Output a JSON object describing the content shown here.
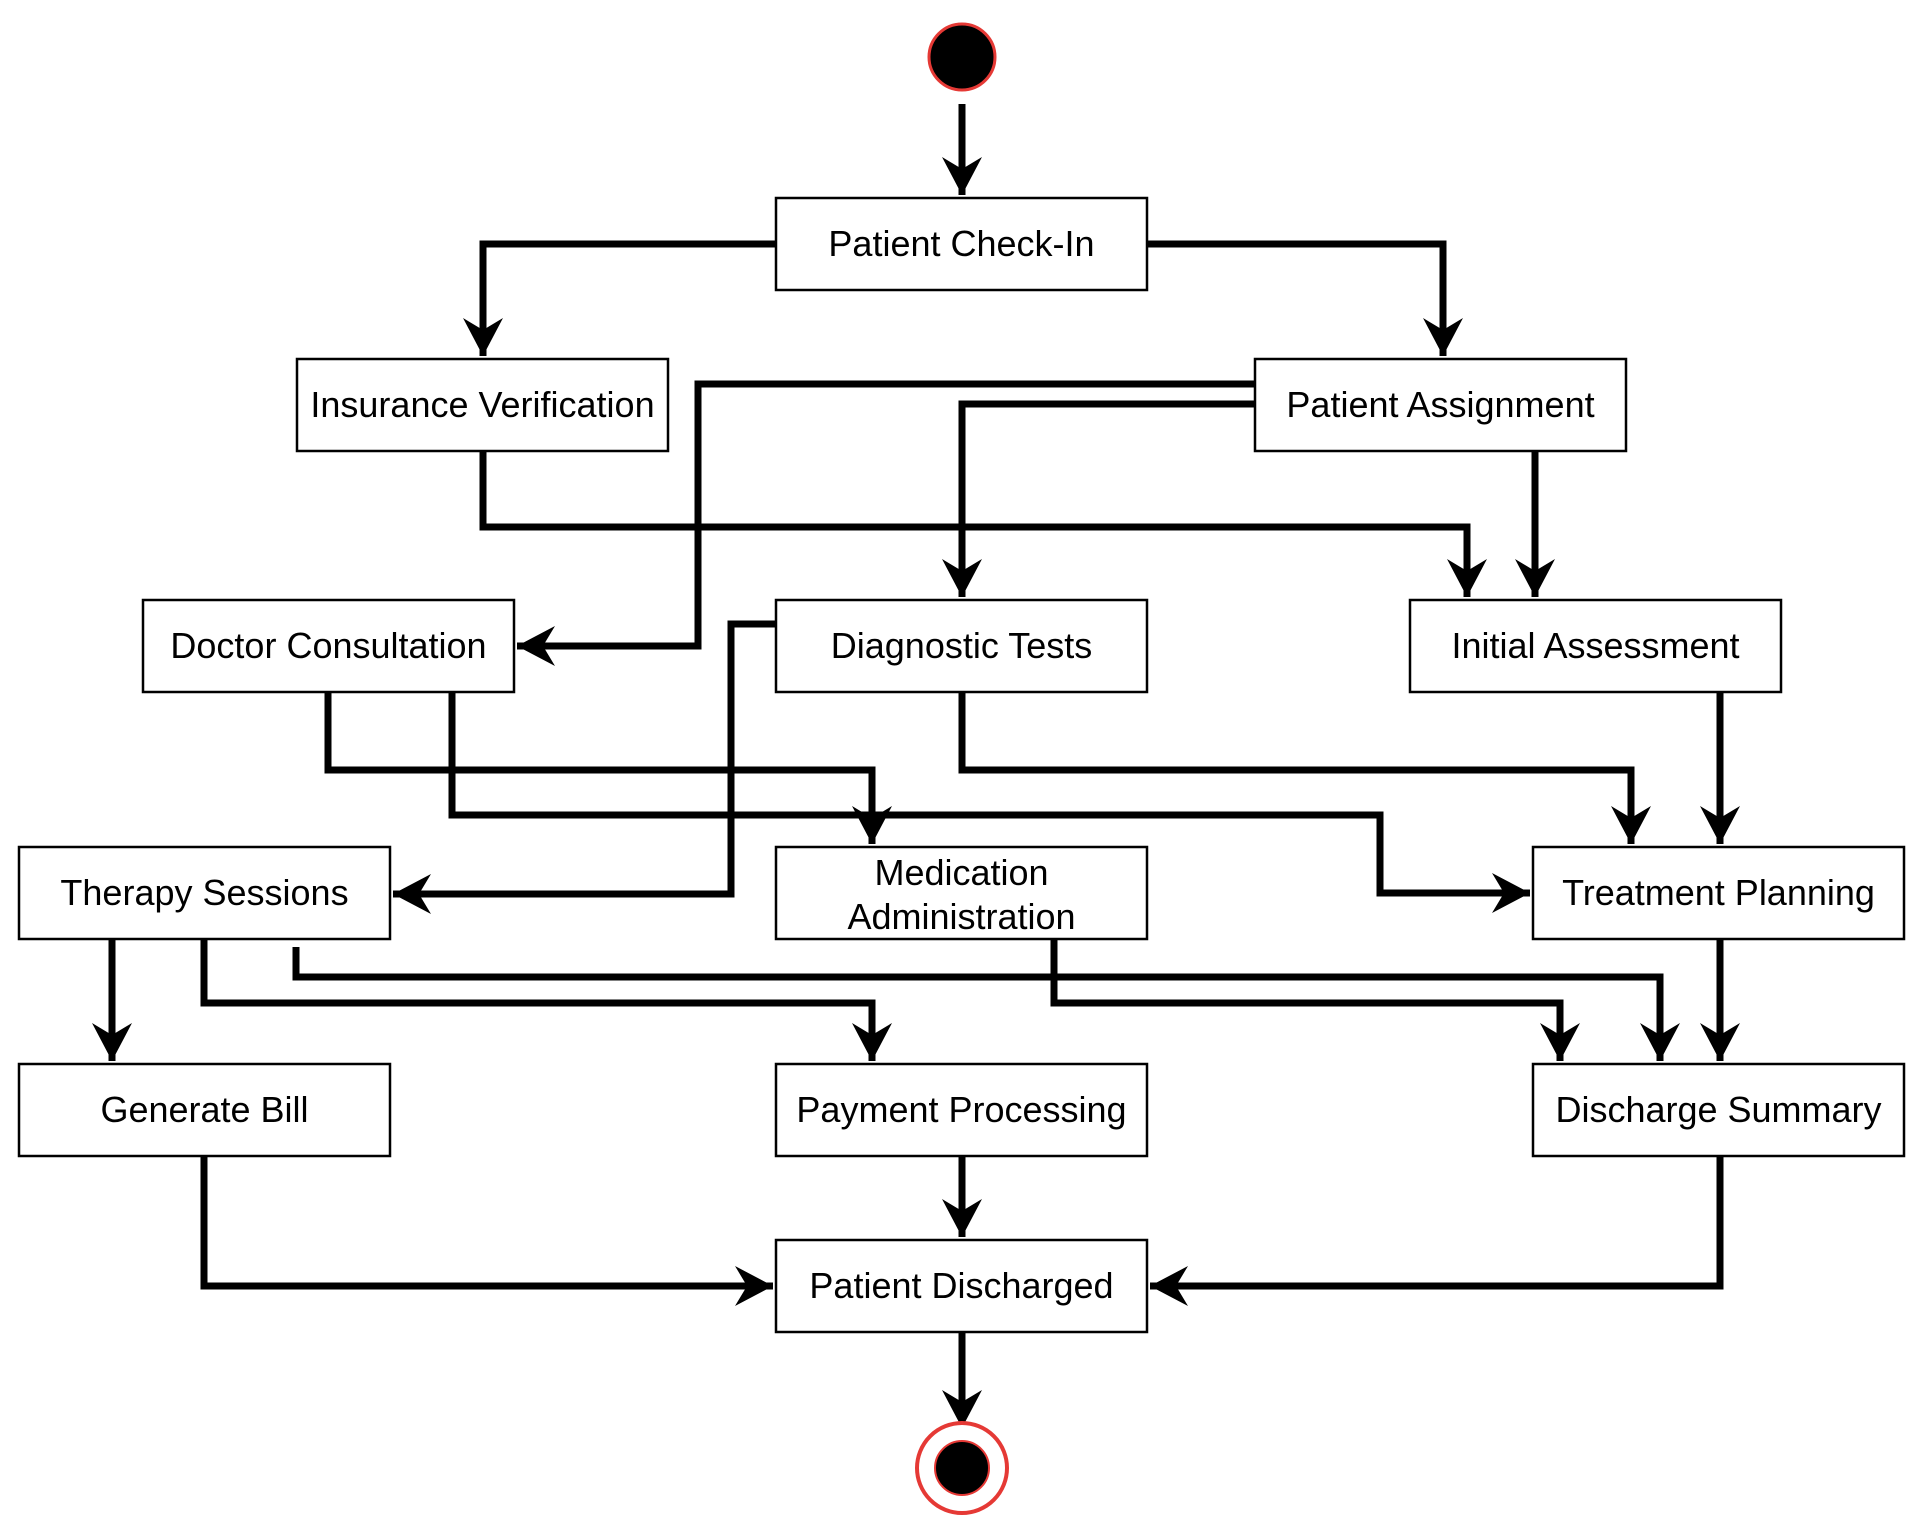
{
  "diagram": {
    "type": "activity-diagram",
    "colors": {
      "line": "#000000",
      "node_fill": "#ffffff",
      "terminal_fill": "#000000",
      "terminal_ring": "#e53935"
    },
    "start": {
      "id": "start",
      "shape": "initial-node"
    },
    "end": {
      "id": "end",
      "shape": "final-node"
    },
    "nodes": [
      {
        "id": "check_in",
        "label": "Patient Check-In"
      },
      {
        "id": "insurance",
        "label": "Insurance Verification"
      },
      {
        "id": "assignment",
        "label": "Patient Assignment"
      },
      {
        "id": "doctor",
        "label": "Doctor Consultation"
      },
      {
        "id": "diagnostic",
        "label": "Diagnostic Tests"
      },
      {
        "id": "initial",
        "label": "Initial Assessment"
      },
      {
        "id": "therapy",
        "label": "Therapy Sessions"
      },
      {
        "id": "medication",
        "label": "Medication Administration"
      },
      {
        "id": "treatment",
        "label": "Treatment Planning"
      },
      {
        "id": "bill",
        "label": "Generate Bill"
      },
      {
        "id": "payment",
        "label": "Payment Processing"
      },
      {
        "id": "discharge_summary",
        "label": "Discharge Summary"
      },
      {
        "id": "discharged",
        "label": "Patient Discharged"
      }
    ],
    "edges": [
      {
        "from": "start",
        "to": "check_in"
      },
      {
        "from": "check_in",
        "to": "insurance"
      },
      {
        "from": "check_in",
        "to": "assignment"
      },
      {
        "from": "assignment",
        "to": "doctor"
      },
      {
        "from": "assignment",
        "to": "diagnostic"
      },
      {
        "from": "assignment",
        "to": "initial"
      },
      {
        "from": "insurance",
        "to": "initial"
      },
      {
        "from": "doctor",
        "to": "medication"
      },
      {
        "from": "doctor",
        "to": "treatment"
      },
      {
        "from": "diagnostic",
        "to": "therapy"
      },
      {
        "from": "diagnostic",
        "to": "treatment"
      },
      {
        "from": "initial",
        "to": "treatment"
      },
      {
        "from": "therapy",
        "to": "bill"
      },
      {
        "from": "therapy",
        "to": "payment"
      },
      {
        "from": "therapy",
        "to": "discharge_summary"
      },
      {
        "from": "medication",
        "to": "discharge_summary"
      },
      {
        "from": "treatment",
        "to": "discharge_summary"
      },
      {
        "from": "bill",
        "to": "discharged"
      },
      {
        "from": "payment",
        "to": "discharged"
      },
      {
        "from": "discharge_summary",
        "to": "discharged"
      },
      {
        "from": "discharged",
        "to": "end"
      }
    ]
  }
}
